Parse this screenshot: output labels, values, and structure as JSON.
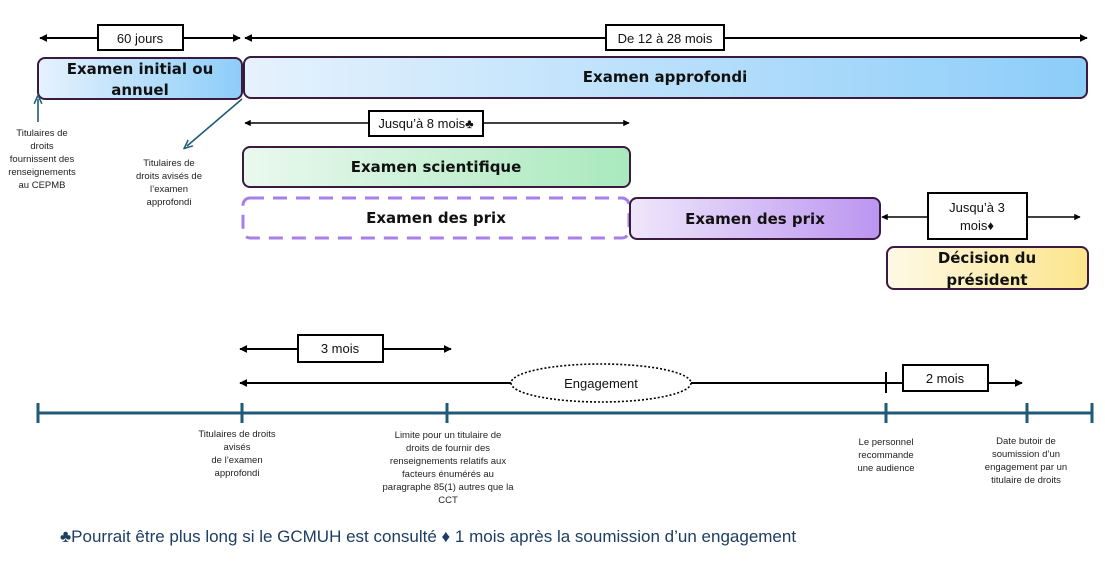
{
  "top_spans": {
    "initial": "60 jours",
    "deep": "De 12 à 28 mois",
    "scientific": "Jusqu’à 8 mois♣",
    "decision_a": "Jusqu’à 3",
    "decision_b": "mois♦"
  },
  "bars": {
    "initial_a": "Examen initial ou",
    "initial_b": "annuel",
    "deep": "Examen approfondi",
    "scientific": "Examen scientifique",
    "price_dashed": "Examen des prix",
    "price": "Examen des prix",
    "decision_a": "Décision du",
    "decision_b": "président"
  },
  "notes": {
    "provide": [
      "Titulaires de",
      "droits",
      "fournissent des",
      "renseignements",
      "au CEPMB"
    ],
    "notified_top": [
      "Titulaires de",
      "droits avisés de",
      "l’examen",
      "approfondi"
    ]
  },
  "lower_spans": {
    "three_months": "3 mois",
    "engagement": "Engagement",
    "two_months": "2 mois"
  },
  "timeline_labels": {
    "notified": [
      "Titulaires de droits",
      "avisés",
      "de l’examen",
      "approfondi"
    ],
    "limit": [
      "Limite pour un titulaire de",
      "droits de fournir des",
      "renseignements relatifs aux",
      "facteurs énumérés au",
      "paragraphe 85(1) autres que la",
      "CCT"
    ],
    "hearing": [
      "Le personnel",
      "recommande",
      "une audience"
    ],
    "deadline": [
      "Date butoir de",
      "soumission d’un",
      "engagement par un",
      "titulaire de droits"
    ]
  },
  "footnote": "♣Pourrait être plus long si le GCMUH est consulté ♦ 1 mois après la soumission d’un engagement",
  "colors": {
    "timeline": "#1f5a78",
    "outline": "#3a1a3e",
    "dashed": "#a77fe8",
    "footnote": "#1d3d63"
  }
}
